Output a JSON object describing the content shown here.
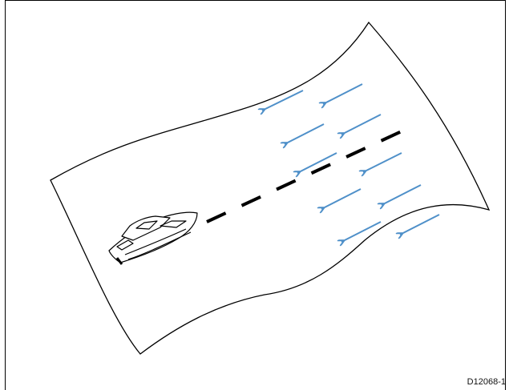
{
  "figure": {
    "id_label": "D12068-1",
    "colors": {
      "frame": "#000000",
      "arrow": "#4f90c9",
      "track": "#000000",
      "boat": "#000000",
      "background": "#ffffff"
    }
  },
  "elements": {
    "chart_sheet": "chart-sheet",
    "boat": "boat-icon",
    "track": "dashed-track-line",
    "arrow_count": 10
  }
}
